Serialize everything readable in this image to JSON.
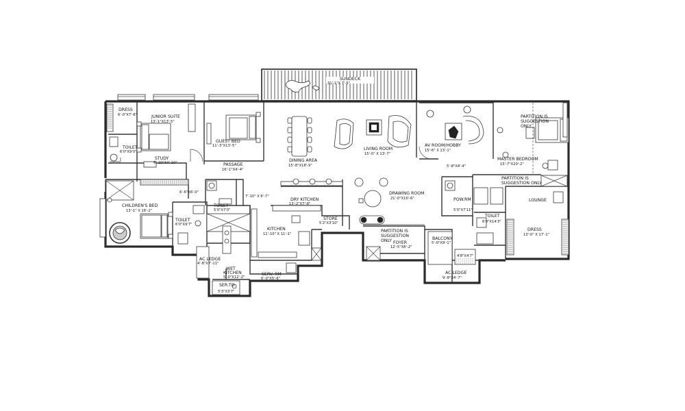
{
  "rooms": {
    "sundeck": {
      "name": "SUNDECK",
      "dim": "31'-1\"X 7'-5\""
    },
    "dress_left": {
      "name": "DRESS",
      "dim": "6'-0\"X7'-8\""
    },
    "junior_suite": {
      "name": "JUNIOR SUITE",
      "dim": "13'-1\"X13'-5\""
    },
    "toilet_left": {
      "name": "TOILET",
      "dim": "6'0\"X9'0\""
    },
    "study": {
      "name": "STUDY",
      "dim": "6'-10\"X4'-10\""
    },
    "guest_bed": {
      "name": "GUEST BED",
      "dim": "11'-3\"X13'-5\""
    },
    "passage": {
      "name": "PASSAGE",
      "dim": "16'-1\"X4'-4\""
    },
    "dining_area": {
      "name": "DINING AREA",
      "dim": "15'-8\"X18'-9\""
    },
    "living_room": {
      "name": "LIVING ROOM",
      "dim": "15'-0\" X 13'-7\""
    },
    "av_room": {
      "name": "AV ROOM/HOBBY",
      "dim": "15'-6\" X 13'-1\""
    },
    "master_bedroom": {
      "name": "MASTER BEDROOM",
      "dim": "15'-7\"X20'-2\""
    },
    "partition_master": {
      "line1": "PARTITION IS",
      "line2": "SUGGESTION",
      "line3": "ONLY"
    },
    "partition_right": {
      "line1": "PARTITION IS",
      "line2": "SUGGESTION ONLY"
    },
    "childrens_bed": {
      "name": "CHILDREN'S BED",
      "dim": "13'-1\" X 16'-2\""
    },
    "toilet_child": {
      "name": "TOILET",
      "dim": "6'0\"X9'7\""
    },
    "toilet_mid": {
      "name": "TOILET",
      "dim": "5'0\"X7'0\""
    },
    "dry_kitchen": {
      "name": "DRY KITCHEN",
      "dim": "13'-2\"X7'-8\""
    },
    "drawing_room": {
      "name": "DRAWING ROOM",
      "dim": "21'-0\"X16'-6\""
    },
    "pow_rm": {
      "name": "POW.RM",
      "dim": "5'0\"X7'11\""
    },
    "lounge": {
      "name": "LOUNGE"
    },
    "toilet_right": {
      "name": "TOILET",
      "dim": "6'0\"X14'3\""
    },
    "dress_right": {
      "name": "DRESS",
      "dim": "13'-0\" X 17'-1\""
    },
    "kitchen": {
      "name": "KITCHEN",
      "dim": "11'-10\" X 11'-1\""
    },
    "store": {
      "name": "STORE",
      "dim": "5'2\"X3'10\""
    },
    "partition_foyer": {
      "line1": "PARTITION IS",
      "line2": "SUGGESTION",
      "line3": "ONLY"
    },
    "foyer": {
      "name": "FOYER",
      "dim": "12'-5\"X8'-2\""
    },
    "balcony": {
      "name": "BALCONY",
      "dim": "5'-0\"X9'-1\""
    },
    "ac_ledge_left": {
      "name": "AC LEDGE",
      "dim": "4'-8\"X7'-11\""
    },
    "wet_kitchen": {
      "name": "WET",
      "name2": "KITCHEN",
      "dim": "5'-0\"X12'-2\""
    },
    "serv_rm": {
      "name": "SERV. RM",
      "dim": "6'-0\"X5'-6\""
    },
    "ser_toilet": {
      "name": "SER.TO",
      "dim": "5'3\"X3'7\""
    },
    "ac_ledge_right": {
      "name": "AC LEDGE",
      "dim": "9'-8\"X4'-7\""
    }
  },
  "dimensions": {
    "passage_link": "6'-6\"X6'-0\"",
    "dry_kitchen_counter": "7'-10\" X 6'-7\"",
    "av_lobby": "5'-8\"X4'-4\"",
    "balcony_void": "4'8\"X4'7\""
  }
}
